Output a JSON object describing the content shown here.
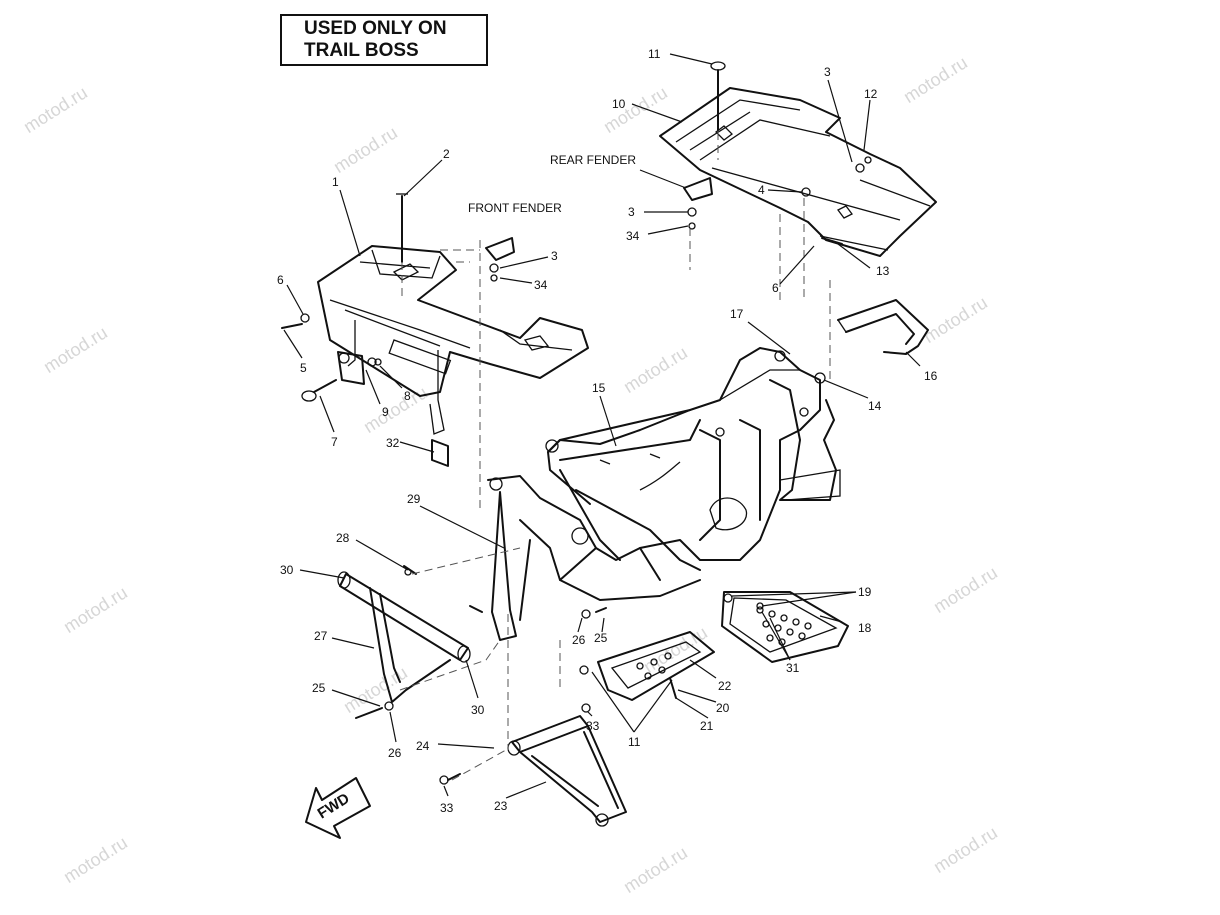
{
  "notice": {
    "line1": "USED ONLY ON",
    "line2": "TRAIL BOSS"
  },
  "watermark": "motod.ru",
  "direction": "FWD",
  "labels": {
    "front_fender": "FRONT FENDER",
    "rear_fender": "REAR FENDER"
  },
  "callouts": {
    "c1": "1",
    "c2": "2",
    "c3a": "3",
    "c3b": "3",
    "c3c": "3",
    "c4": "4",
    "c5": "5",
    "c6a": "6",
    "c6b": "6",
    "c7": "7",
    "c8": "8",
    "c9": "9",
    "c10": "10",
    "c11a": "11",
    "c11b": "11",
    "c12": "12",
    "c13": "13",
    "c14": "14",
    "c15": "15",
    "c16": "16",
    "c17": "17",
    "c18": "18",
    "c19": "19",
    "c20": "20",
    "c21": "21",
    "c22": "22",
    "c23": "23",
    "c24": "24",
    "c25a": "25",
    "c25b": "25",
    "c26a": "26",
    "c26b": "26",
    "c27": "27",
    "c28": "28",
    "c29": "29",
    "c30a": "30",
    "c30b": "30",
    "c31": "31",
    "c32": "32",
    "c33a": "33",
    "c33b": "33",
    "c34a": "34",
    "c34b": "34"
  }
}
